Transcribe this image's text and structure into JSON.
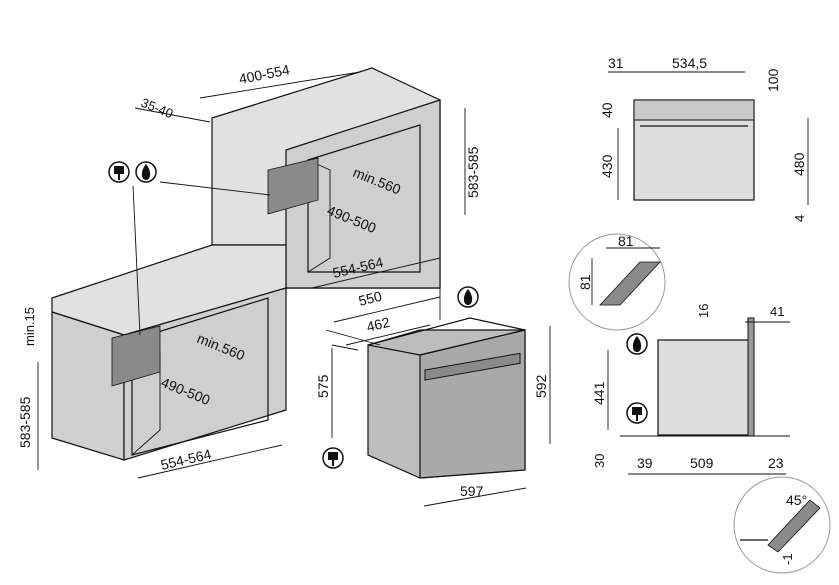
{
  "dims": {
    "top_depth": "400-554",
    "top_side": "35-40",
    "cabinet_height": "583-585",
    "upper_niche_depth": "min.560",
    "upper_niche_width": "490-500",
    "upper_niche_outer": "554-564",
    "worktop_min": "min.15",
    "lower_height": "583-585",
    "lower_niche_depth": "min.560",
    "lower_niche_width": "490-500",
    "lower_niche_outer": "554-564",
    "oven_depth": "550",
    "oven_inner_depth": "462",
    "oven_side_height": "575",
    "oven_height": "592",
    "oven_width": "597",
    "front_left": "31",
    "front_width": "534,5",
    "front_top": "100",
    "front_40": "40",
    "front_430": "430",
    "front_480": "480",
    "front_4": "4",
    "detail_81_top": "81",
    "detail_81_side": "81",
    "side_16": "16",
    "side_41": "41",
    "side_441": "441",
    "side_30": "30",
    "side_39": "39",
    "side_509": "509",
    "side_23": "23",
    "angle_45": "45°",
    "minus_1": "-1"
  }
}
